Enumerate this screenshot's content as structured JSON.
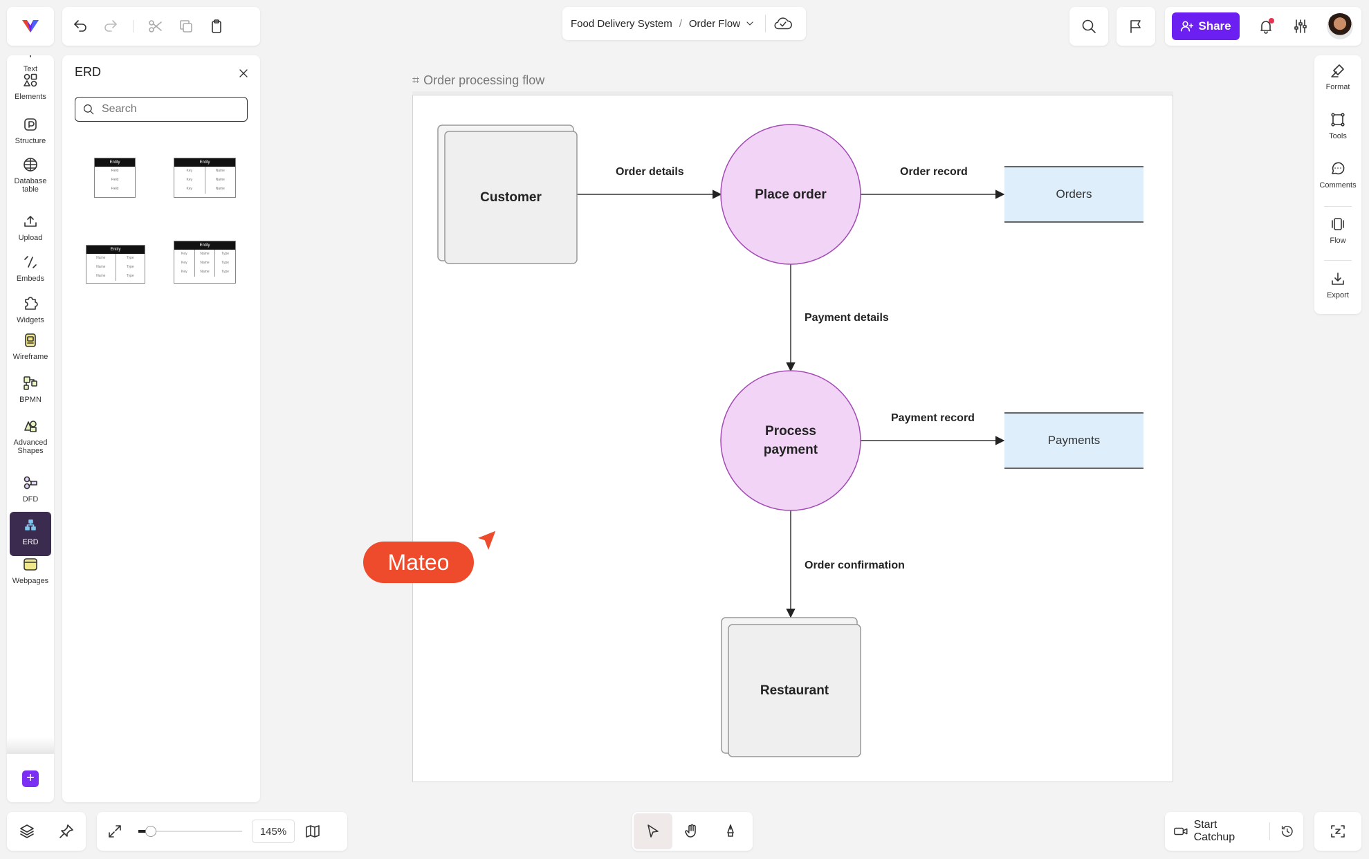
{
  "app": {
    "accent": "#6b1ff0"
  },
  "left_toolbar": {
    "items": [
      {
        "label": "Text",
        "icon": "text-icon"
      },
      {
        "label": "Elements",
        "icon": "elements-icon"
      },
      {
        "label": "Structure",
        "icon": "structure-icon"
      },
      {
        "label": "Database table",
        "icon": "database-table-icon"
      },
      {
        "label": "Upload",
        "icon": "upload-icon"
      },
      {
        "label": "Embeds",
        "icon": "embeds-icon"
      },
      {
        "label": "Widgets",
        "icon": "widgets-icon"
      },
      {
        "label": "Wireframe",
        "icon": "wireframe-icon"
      },
      {
        "label": "BPMN",
        "icon": "bpmn-icon"
      },
      {
        "label": "Advanced Shapes",
        "icon": "advanced-shapes-icon"
      },
      {
        "label": "DFD",
        "icon": "dfd-icon"
      },
      {
        "label": "ERD",
        "icon": "erd-icon",
        "active": true
      },
      {
        "label": "Webpages",
        "icon": "webpages-icon"
      }
    ],
    "add_label": "+"
  },
  "erd_panel": {
    "title": "ERD",
    "search_placeholder": "Search",
    "thumbnails": [
      {
        "header": "Entity",
        "rows": [
          [
            "Field"
          ],
          [
            "Field"
          ],
          [
            "Field"
          ]
        ]
      },
      {
        "header": "Entity",
        "rows": [
          [
            "Key",
            "Name"
          ],
          [
            "Key",
            "Name"
          ],
          [
            "Key",
            "Name"
          ]
        ]
      },
      {
        "header": "Entity",
        "rows": [
          [
            "Name",
            "Type"
          ],
          [
            "Name",
            "Type"
          ],
          [
            "Name",
            "Type"
          ]
        ]
      },
      {
        "header": "Entity",
        "rows": [
          [
            "Key",
            "Name",
            "Type"
          ],
          [
            "Key",
            "Name",
            "Type"
          ],
          [
            "Key",
            "Name",
            "Type"
          ]
        ]
      }
    ]
  },
  "breadcrumb": {
    "project": "Food Delivery System",
    "separator": "/",
    "page": "Order Flow"
  },
  "top_right": {
    "share_label": "Share"
  },
  "right_toolbar": {
    "items": [
      {
        "label": "Format",
        "icon": "format-icon"
      },
      {
        "label": "Tools",
        "icon": "tools-icon"
      },
      {
        "label": "Comments",
        "icon": "comments-icon"
      },
      {
        "label": "Flow",
        "icon": "flow-icon"
      },
      {
        "label": "Export",
        "icon": "export-icon"
      }
    ]
  },
  "canvas": {
    "frame_title": "Order processing flow",
    "nodes": {
      "customer": "Customer",
      "place_order": "Place order",
      "orders": "Orders",
      "process_payment": "Process payment",
      "payments": "Payments",
      "restaurant": "Restaurant"
    },
    "edges": {
      "order_details": "Order details",
      "order_record": "Order record",
      "payment_details": "Payment details",
      "payment_record": "Payment record",
      "order_confirmation": "Order confirmation"
    },
    "colors": {
      "process_fill": "#f2d4f6",
      "process_stroke": "#a24bb5",
      "store_fill": "#deeefb",
      "entity_fill": "#efefef"
    },
    "collaborator": {
      "name": "Mateo",
      "color": "#ee4a2c"
    }
  },
  "bottom": {
    "zoom_value": "145%",
    "zoom_fraction": 0.12,
    "catchup_label": "Start Catchup"
  }
}
